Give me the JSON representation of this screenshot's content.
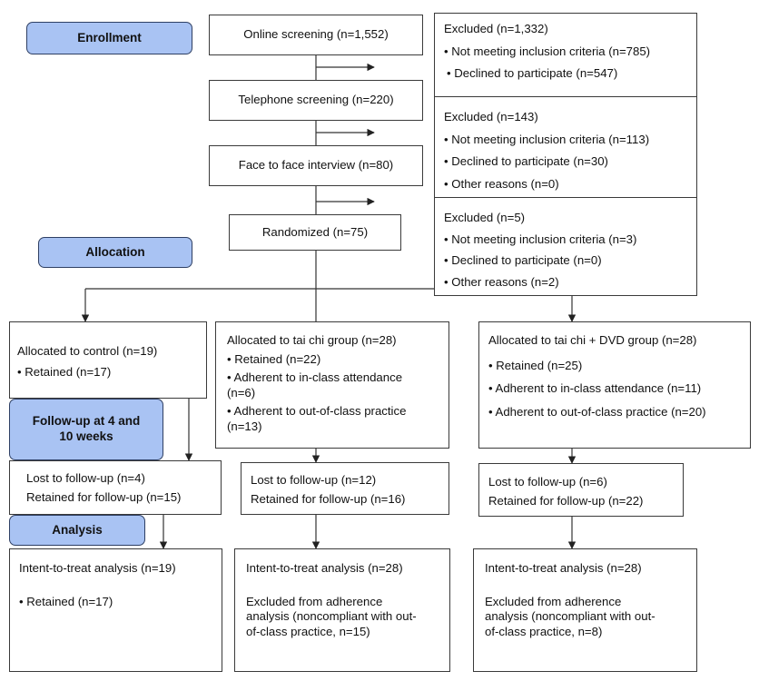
{
  "stages": {
    "enrollment": "Enrollment",
    "allocation": "Allocation",
    "followup": "Follow-up at 4 and 10 weeks",
    "analysis": "Analysis"
  },
  "online_screening": "Online screening (n=1,552)",
  "telephone_screening": "Telephone screening (n=220)",
  "face_to_face": "Face to face interview (n=80)",
  "randomized": "Randomized (n=75)",
  "excluded1": {
    "title": "Excluded (n=1,332)",
    "items": [
      "• Not meeting inclusion criteria (n=785)",
      "• Declined to participate (n=547)"
    ]
  },
  "excluded2": {
    "title": "Excluded (n=143)",
    "items": [
      "• Not meeting inclusion criteria (n=113)",
      "• Declined to participate (n=30)",
      "• Other reasons (n=0)"
    ]
  },
  "excluded3": {
    "title": "Excluded (n=5)",
    "items": [
      "• Not meeting inclusion criteria (n=3)",
      "• Declined to participate (n=0)",
      "• Other reasons (n=2)"
    ]
  },
  "control": {
    "allocated": "Allocated to control (n=19)",
    "retained": "• Retained (n=17)",
    "lost": "Lost to follow-up (n=4)",
    "retained_followup": "Retained for follow-up (n=15)",
    "itt": "Intent-to-treat analysis (n=19)",
    "itt_retained": "• Retained (n=17)"
  },
  "taichi": {
    "allocated": "Allocated to tai chi group (n=28)",
    "items": [
      "• Retained (n=22)",
      "• Adherent to in-class attendance (n=6)",
      "• Adherent to out-of-class practice (n=13)"
    ],
    "lost": "Lost to follow-up (n=12)",
    "retained_followup": "Retained for follow-up (n=16)",
    "itt": "Intent-to-treat analysis (n=28)",
    "excluded_adherence": "Excluded from adherence analysis (noncompliant with out-of-class practice, n=15)"
  },
  "taichi_dvd": {
    "allocated": "Allocated to tai chi + DVD group (n=28)",
    "items": [
      "• Retained (n=25)",
      "• Adherent to in-class attendance (n=11)",
      "• Adherent to out-of-class practice (n=20)"
    ],
    "lost": "Lost to follow-up (n=6)",
    "retained_followup": "Retained for follow-up (n=22)",
    "itt": "Intent-to-treat analysis (n=28)",
    "excluded_adherence": "Excluded from adherence analysis (noncompliant with out-of-class practice, n=8)"
  }
}
